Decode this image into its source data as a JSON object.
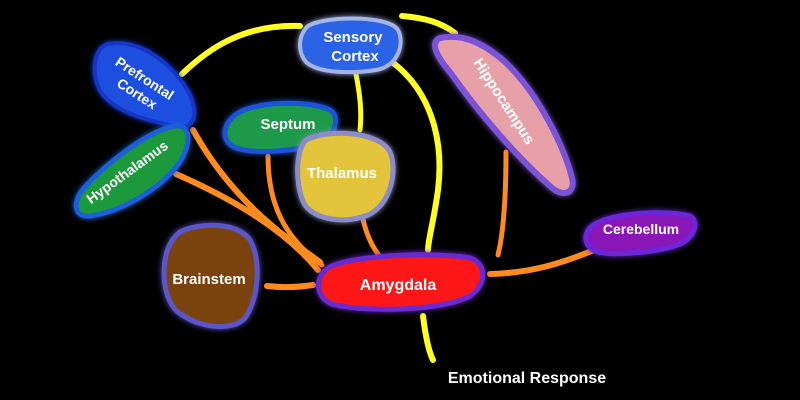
{
  "diagram": {
    "regions": {
      "prefrontal_cortex": {
        "line1": "Prefrontal",
        "line2": "Cortex",
        "color": "#1f4fe0"
      },
      "sensory_cortex": {
        "line1": "Sensory",
        "line2": "Cortex",
        "color": "#2a63e6"
      },
      "hippocampus": {
        "label": "Hippocampus",
        "color": "#e8a0a8"
      },
      "septum": {
        "label": "Septum",
        "color": "#1e9a4a"
      },
      "thalamus": {
        "label": "Thalamus",
        "color": "#e3c43a"
      },
      "hypothalamus": {
        "label": "Hypothalamus",
        "color": "#1f9a3a"
      },
      "brainstem": {
        "label": "Brainstem",
        "color": "#7a4210"
      },
      "amygdala": {
        "label": "Amygdala",
        "color": "#ff1414"
      },
      "cerebellum": {
        "label": "Cerebellum",
        "color": "#8a12b8"
      }
    },
    "output_label": "Emotional Response",
    "pathway_colors": {
      "cortical": "#ffff22",
      "subcortical": "#ff8a1e"
    }
  }
}
